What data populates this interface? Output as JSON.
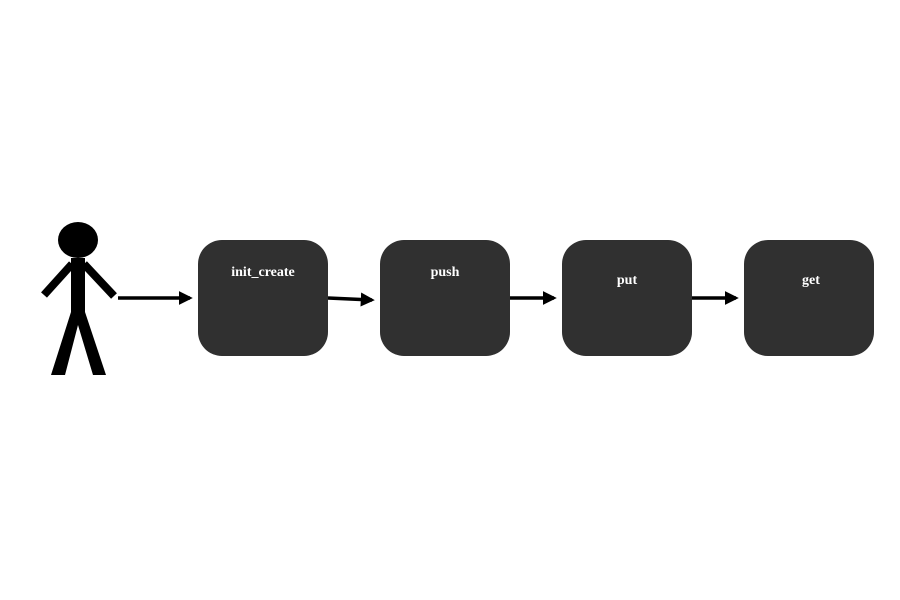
{
  "diagram": {
    "actor": {
      "icon": "stick-figure-icon"
    },
    "nodes": [
      {
        "label": "init_create"
      },
      {
        "label": "push"
      },
      {
        "label": "put"
      },
      {
        "label": "get"
      }
    ],
    "colors": {
      "node_fill": "#303030",
      "node_text": "#ffffff",
      "stroke": "#000000",
      "background": "#ffffff"
    }
  }
}
